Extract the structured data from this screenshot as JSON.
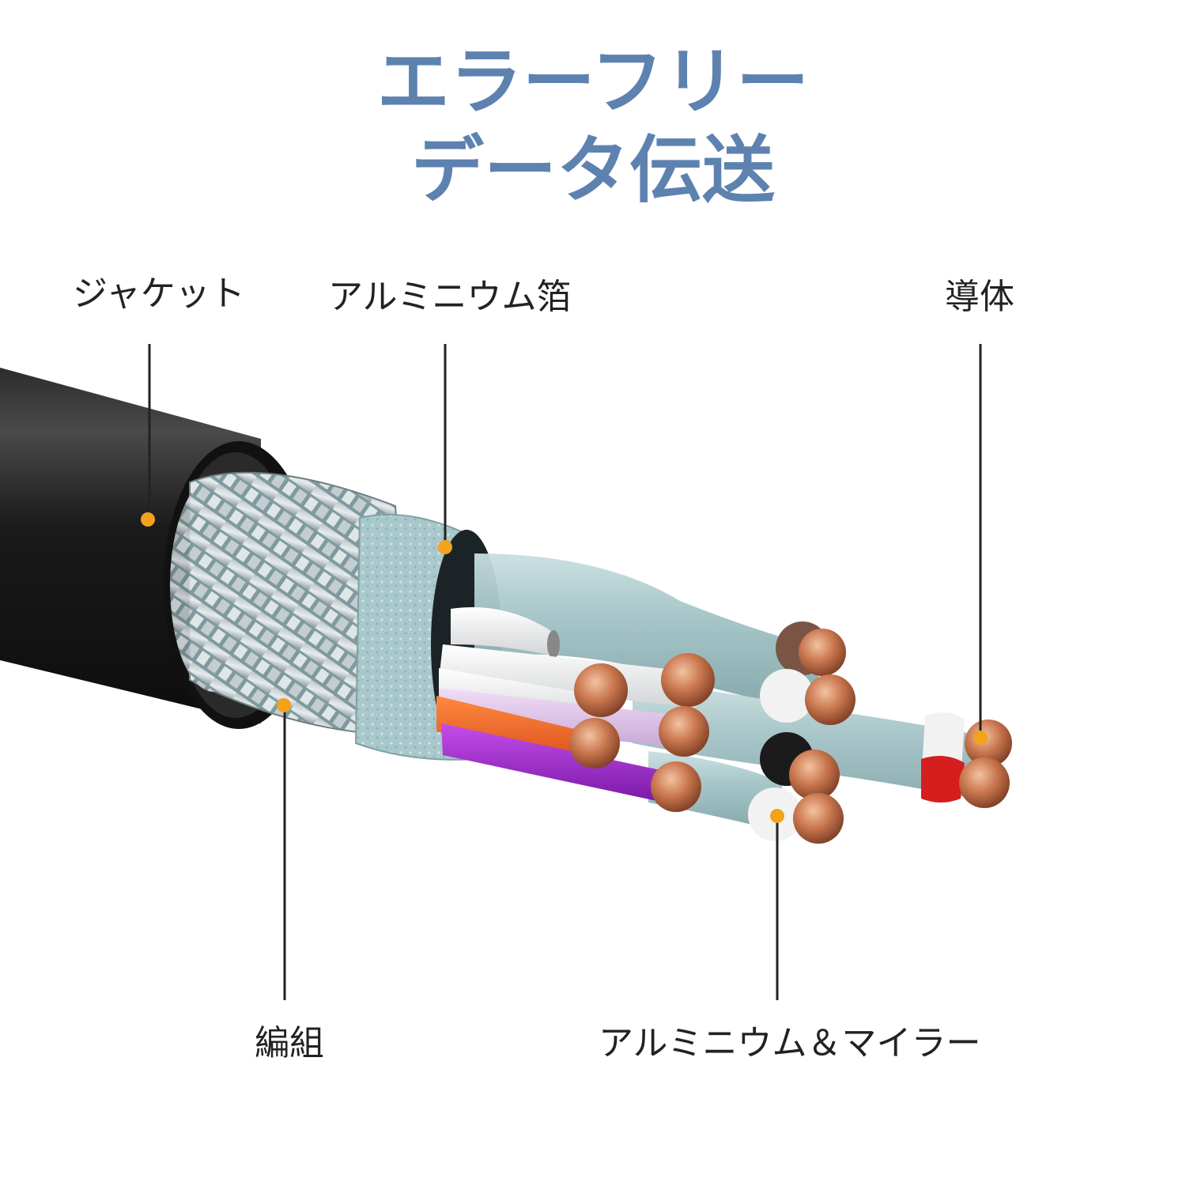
{
  "title": {
    "line1": "エラーフリー",
    "line2": "データ伝送"
  },
  "labels": {
    "jacket": "ジャケット",
    "aluminum_foil": "アルミニウム箔",
    "conductor": "導体",
    "braid": "編組",
    "aluminum_mylar": "アルミニウム＆マイラー"
  },
  "colors": {
    "title": "#5e82b0",
    "marker": "#f2a21b",
    "jacket": "#1b1b1b",
    "foil": "#a8c9cc",
    "copper": "#c9764e"
  }
}
